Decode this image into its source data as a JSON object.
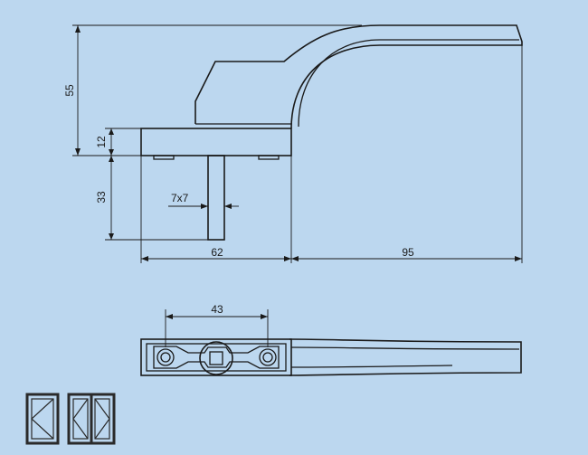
{
  "dimensions": {
    "handle_height": "55",
    "base_height": "12",
    "spindle_length": "33",
    "spindle_size": "7x7",
    "base_width": "62",
    "lever_length": "95",
    "hole_spacing": "43"
  },
  "colors": {
    "background": "#bcd7ef",
    "line": "#1a1a1a"
  },
  "icons": [
    "single-casement-window-icon",
    "double-casement-window-icon"
  ]
}
